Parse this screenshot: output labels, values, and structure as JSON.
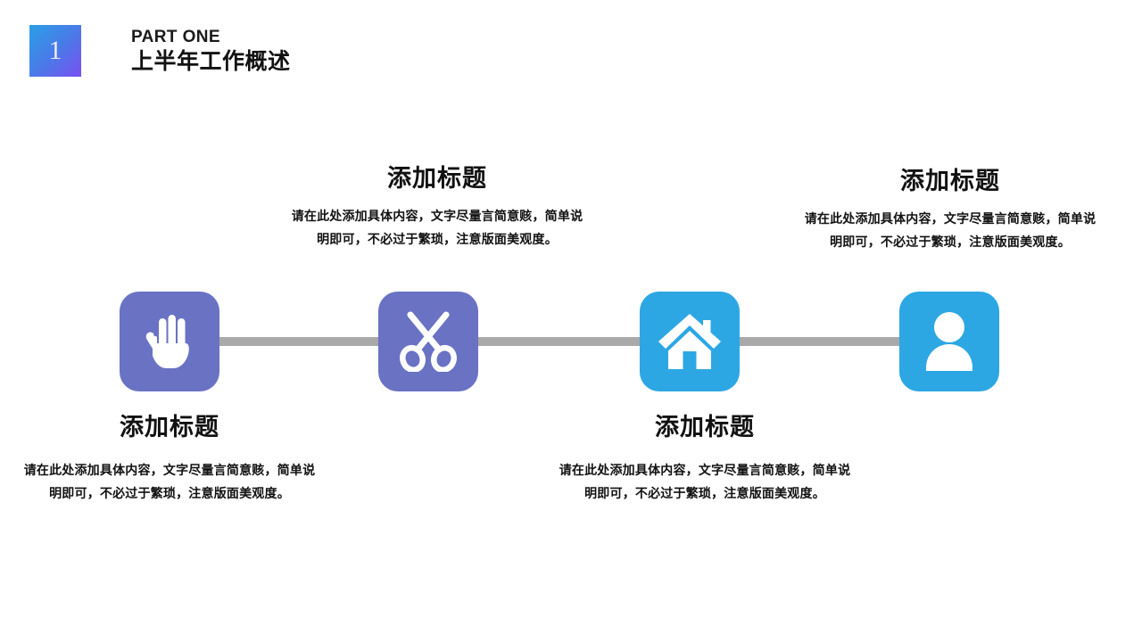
{
  "header": {
    "badge_number": "1",
    "eyebrow": "PART ONE",
    "title": "上半年工作概述",
    "badge_gradient_from": "#2b9fe6",
    "badge_gradient_to": "#7a4ff2"
  },
  "colors": {
    "purple_tile": "#6a72c4",
    "blue_tile": "#2ca7e4",
    "connector_line": "#a9a9a9",
    "text": "#111111"
  },
  "timeline": {
    "connector_label": "timeline-connector",
    "nodes": [
      {
        "icon": "hand-icon",
        "color": "#6a72c4",
        "position": "bottom",
        "title": "添加标题",
        "body": "请在此处添加具体内容，文字尽量言简意赅，简单说明即可，不必过于繁琐，注意版面美观度。"
      },
      {
        "icon": "scissors-icon",
        "color": "#6a72c4",
        "position": "top",
        "title": "添加标题",
        "body": "请在此处添加具体内容，文字尽量言简意赅，简单说明即可，不必过于繁琐，注意版面美观度。"
      },
      {
        "icon": "home-icon",
        "color": "#2ca7e4",
        "position": "bottom",
        "title": "添加标题",
        "body": "请在此处添加具体内容，文字尽量言简意赅，简单说明即可，不必过于繁琐，注意版面美观度。"
      },
      {
        "icon": "user-icon",
        "color": "#2ca7e4",
        "position": "top",
        "title": "添加标题",
        "body": "请在此处添加具体内容，文字尽量言简意赅，简单说明即可，不必过于繁琐，注意版面美观度。"
      }
    ]
  }
}
